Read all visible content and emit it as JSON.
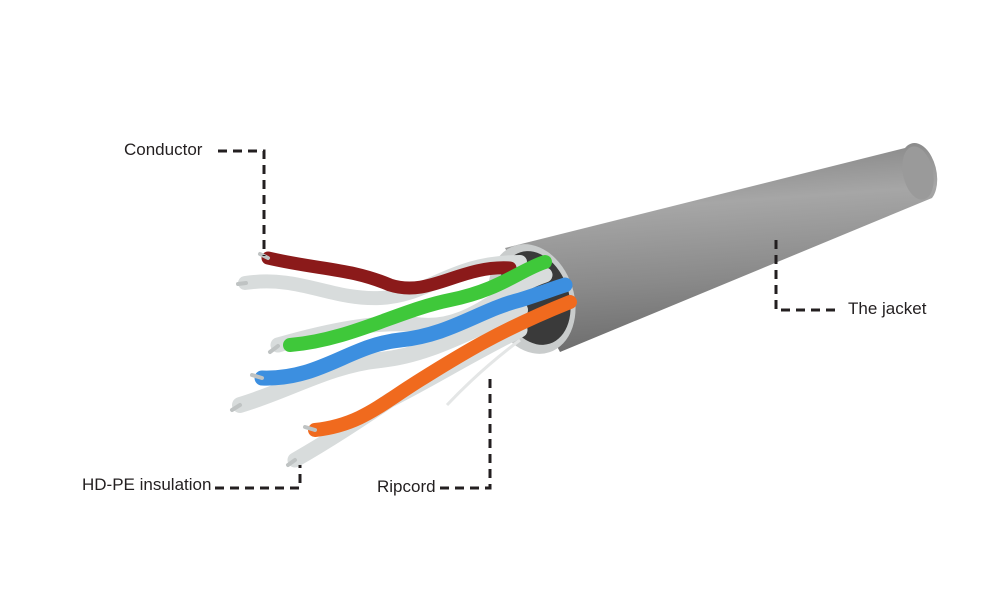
{
  "labels": {
    "conductor": "Conductor",
    "jacket": "The jacket",
    "insulation": "HD-PE insulation",
    "ripcord": "Ripcord"
  },
  "colors": {
    "jacket": "#8d8d8d",
    "brown_pair": "#8b1a1a",
    "green_pair": "#3fc83a",
    "blue_pair": "#3c8fe0",
    "orange_pair": "#f06a1e",
    "white_stripe": "#d8dcdc",
    "leader_line": "#231f20"
  }
}
